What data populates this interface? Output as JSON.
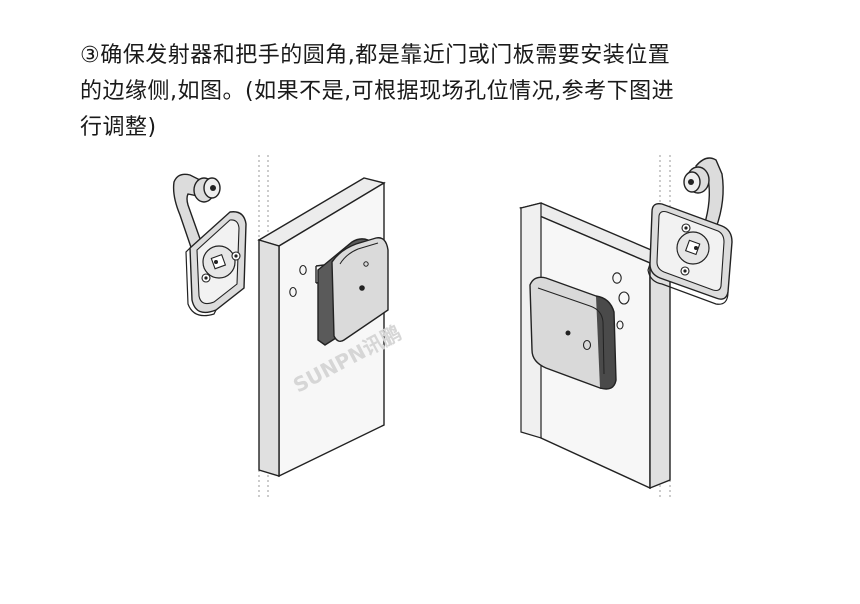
{
  "instruction": {
    "lines": [
      "③确保发射器和把手的圆角,都是靠近门或门板需要安装位置",
      "的边缘侧,如图。(如果不是,可根据现场孔位情况,参考下图进",
      "行调整)"
    ]
  },
  "watermark": {
    "text": "SUNPN讯鹏"
  },
  "colors": {
    "line": "#222222",
    "panel_fill": "#e4e4e4",
    "device_fill": "#d9d9d9",
    "device_dark": "#4a4a4a",
    "guide": "#9a9a9a",
    "watermark": "#d6d6d6"
  }
}
